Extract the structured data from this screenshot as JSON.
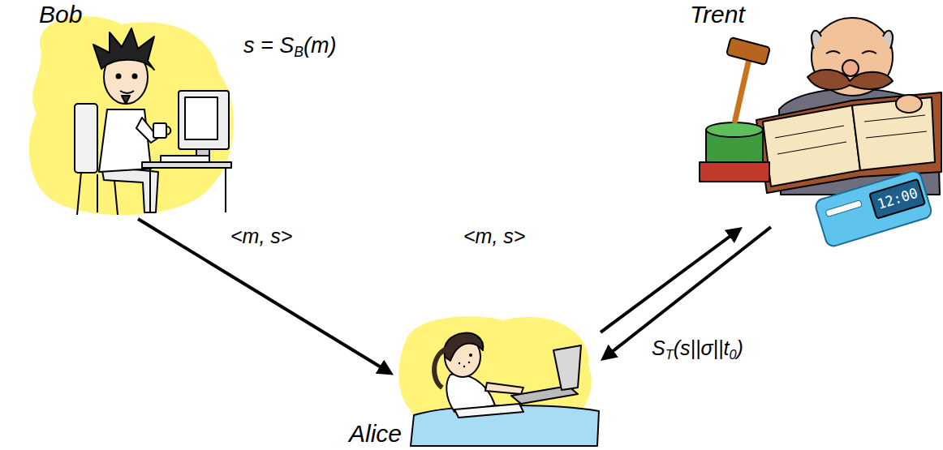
{
  "diagram": {
    "nodes": [
      {
        "text": [
          "Bob"
        ]
      },
      {
        "text": [
          "Trent"
        ]
      },
      {
        "text": [
          "Alice"
        ]
      }
    ],
    "edges": [
      {
        "from": 0,
        "to": 2,
        "arrow": "to",
        "label": "<m, s>"
      },
      {
        "from": 2,
        "to": 1,
        "arrow": "to",
        "label": "<m, s>"
      },
      {
        "from": 1,
        "to": 2,
        "arrow": "to",
        "label": "ST(s||σ||t0)"
      }
    ],
    "labels": [
      "s = SB(m)",
      "12:00"
    ]
  }
}
